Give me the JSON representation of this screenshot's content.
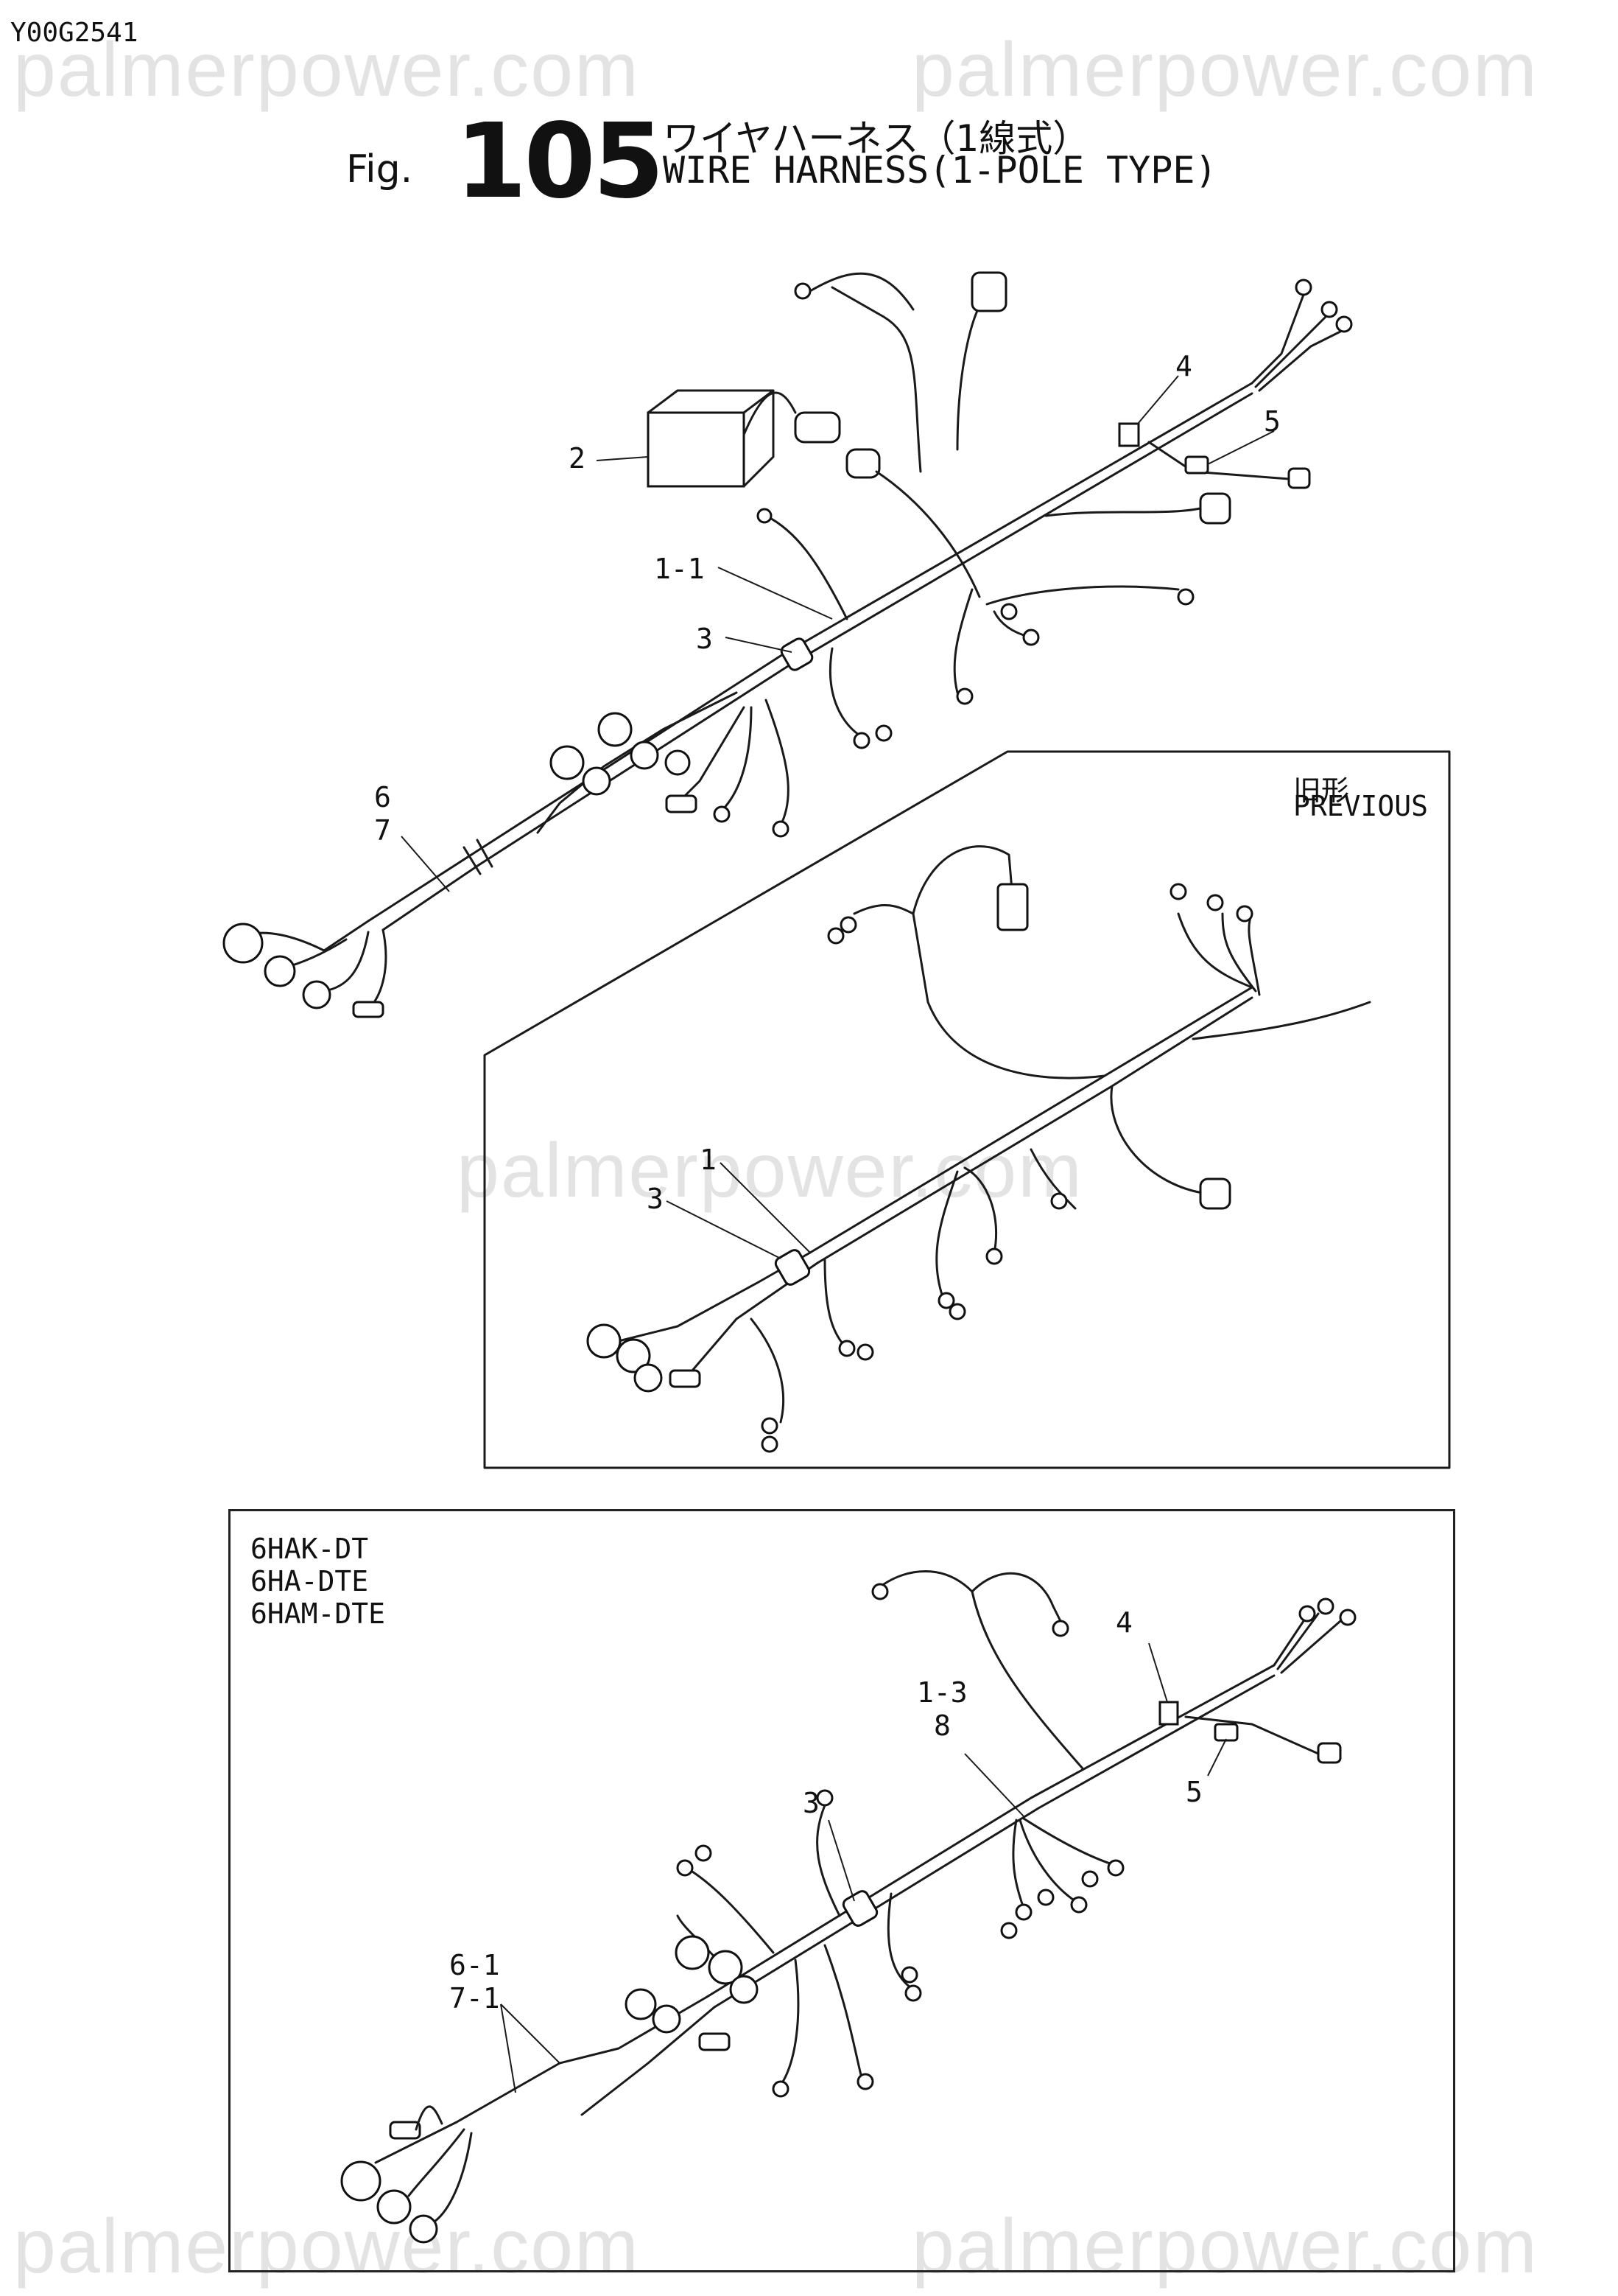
{
  "doc_id": "Y00G2541",
  "watermark": "palmerpower.com",
  "figure": {
    "prefix": "Fig.",
    "number": "105",
    "title_jp": "ワイヤハーネス（1線式）",
    "title_en": "WIRE HARNESS(1-POLE TYPE)"
  },
  "panels": {
    "top": {
      "callouts": [
        "2",
        "1-1",
        "3",
        "4",
        "5",
        "6",
        "7"
      ]
    },
    "previous": {
      "label_jp": "旧形",
      "label_en": "PREVIOUS",
      "callouts": [
        "1",
        "3"
      ]
    },
    "models": {
      "model_list": [
        "6HAK-DT",
        "6HA-DTE",
        "6HAM-DTE"
      ],
      "callouts": [
        "1-3",
        "8",
        "3",
        "4",
        "5",
        "6-1",
        "7-1"
      ]
    }
  },
  "colors": {
    "line": "#1a1a1a",
    "background": "#ffffff",
    "watermark": "#e3e3e3"
  },
  "icons": [
    "relay-box-icon",
    "sensor-plug-icon",
    "ring-terminal-icon",
    "multi-pin-connector-icon",
    "clamp-icon",
    "bolt-icon"
  ]
}
